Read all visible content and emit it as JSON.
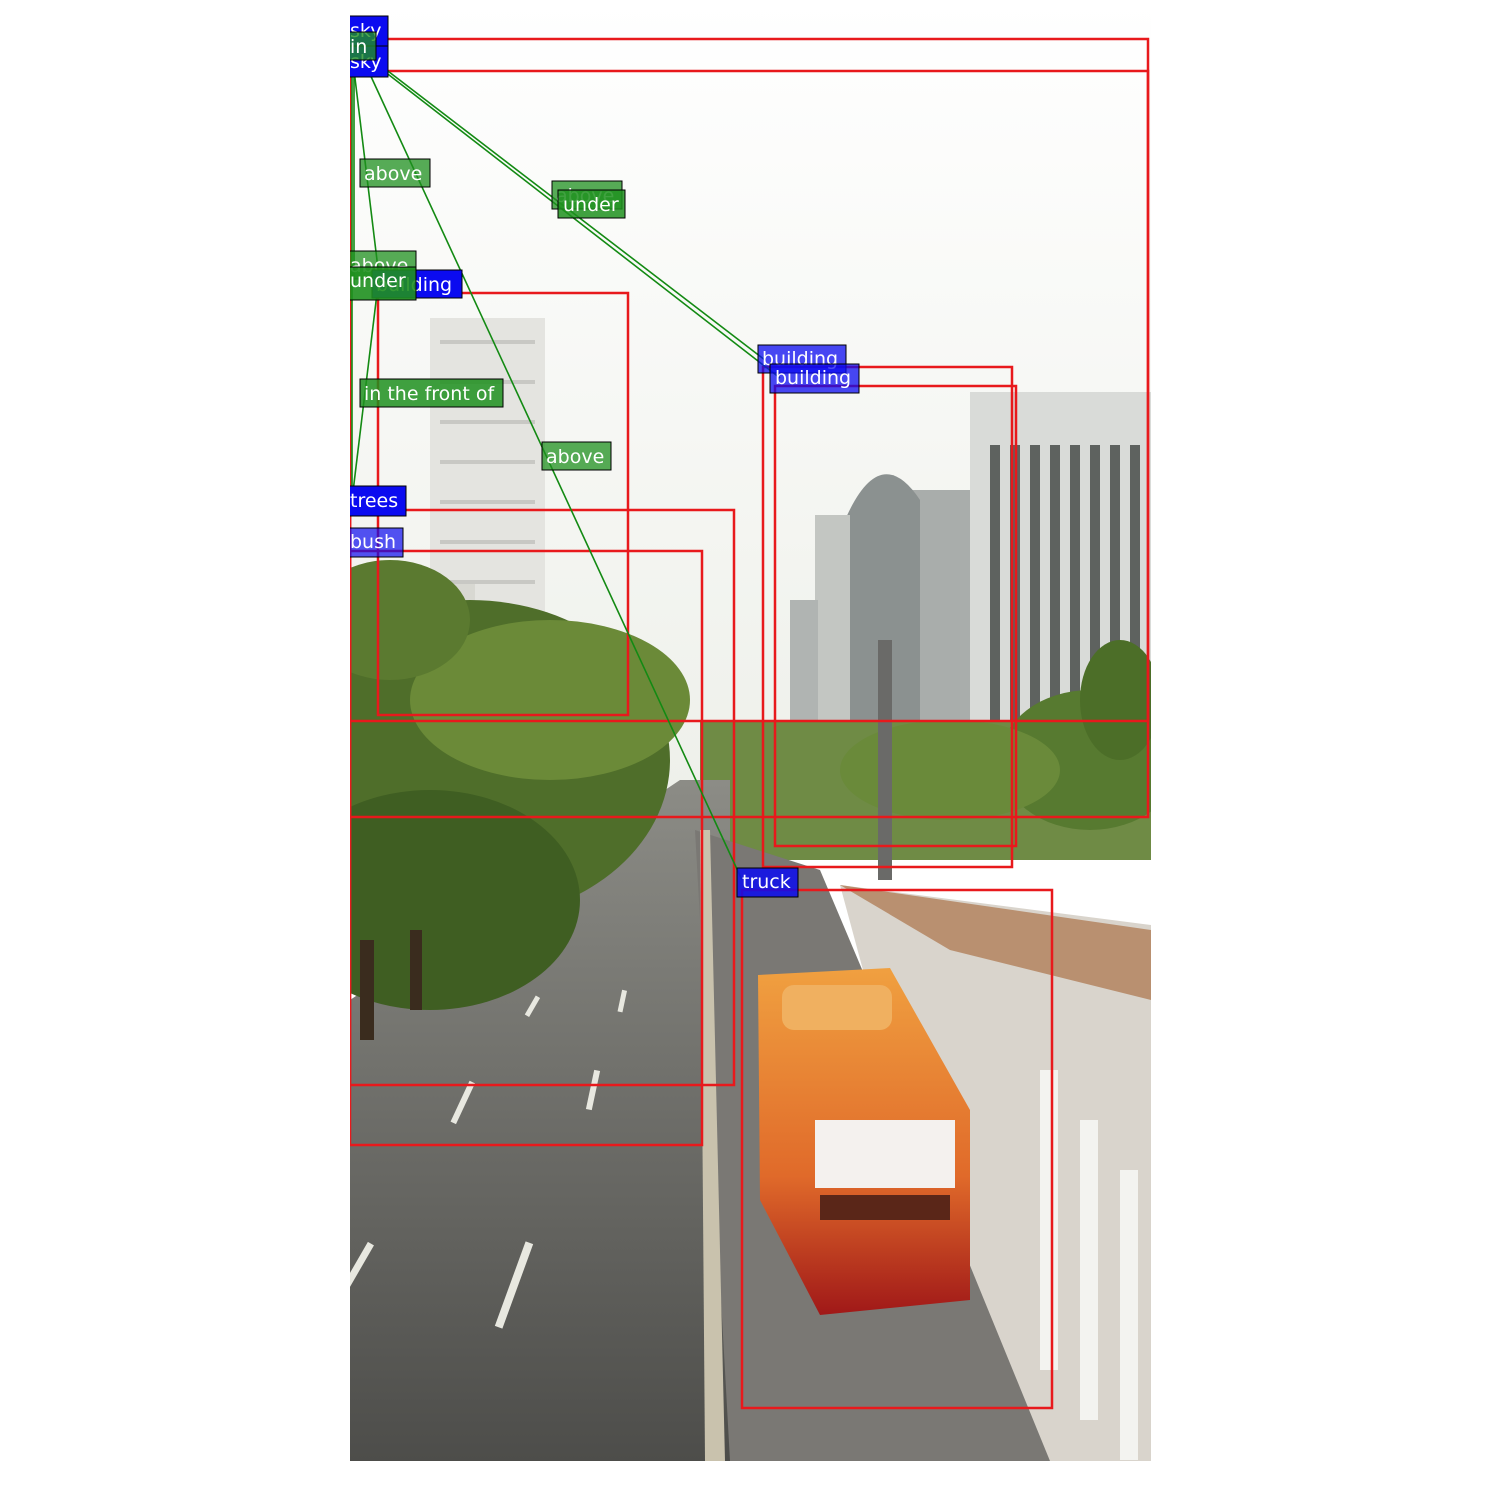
{
  "title": "Scene Graph Visualization",
  "colors": {
    "box": "#e8191c",
    "edge": "#138a13",
    "node_label_bg": "#0b0bf0",
    "edge_label_bg": "#1f901f"
  },
  "objects": [
    {
      "id": "sky1",
      "label": "sky"
    },
    {
      "id": "sky2",
      "label": "sky"
    },
    {
      "id": "building1",
      "label": "building"
    },
    {
      "id": "building2",
      "label": "building"
    },
    {
      "id": "building3",
      "label": "building"
    },
    {
      "id": "trees",
      "label": "trees"
    },
    {
      "id": "bush",
      "label": "bush"
    },
    {
      "id": "truck",
      "label": "truck"
    }
  ],
  "relations": [
    {
      "subject": "sky1",
      "predicate": "in",
      "object": "sky2"
    },
    {
      "subject": "sky2",
      "predicate": "above",
      "object": "trees"
    },
    {
      "subject": "sky2",
      "predicate": "above",
      "object": "building2"
    },
    {
      "subject": "sky2",
      "predicate": "under",
      "object": "building3"
    },
    {
      "subject": "sky2",
      "predicate": "above",
      "object": "trees"
    },
    {
      "subject": "sky2",
      "predicate": "under",
      "object": "building1"
    },
    {
      "subject": "building1",
      "predicate": "in the front of",
      "object": "trees"
    },
    {
      "subject": "sky2",
      "predicate": "above",
      "object": "truck"
    }
  ]
}
